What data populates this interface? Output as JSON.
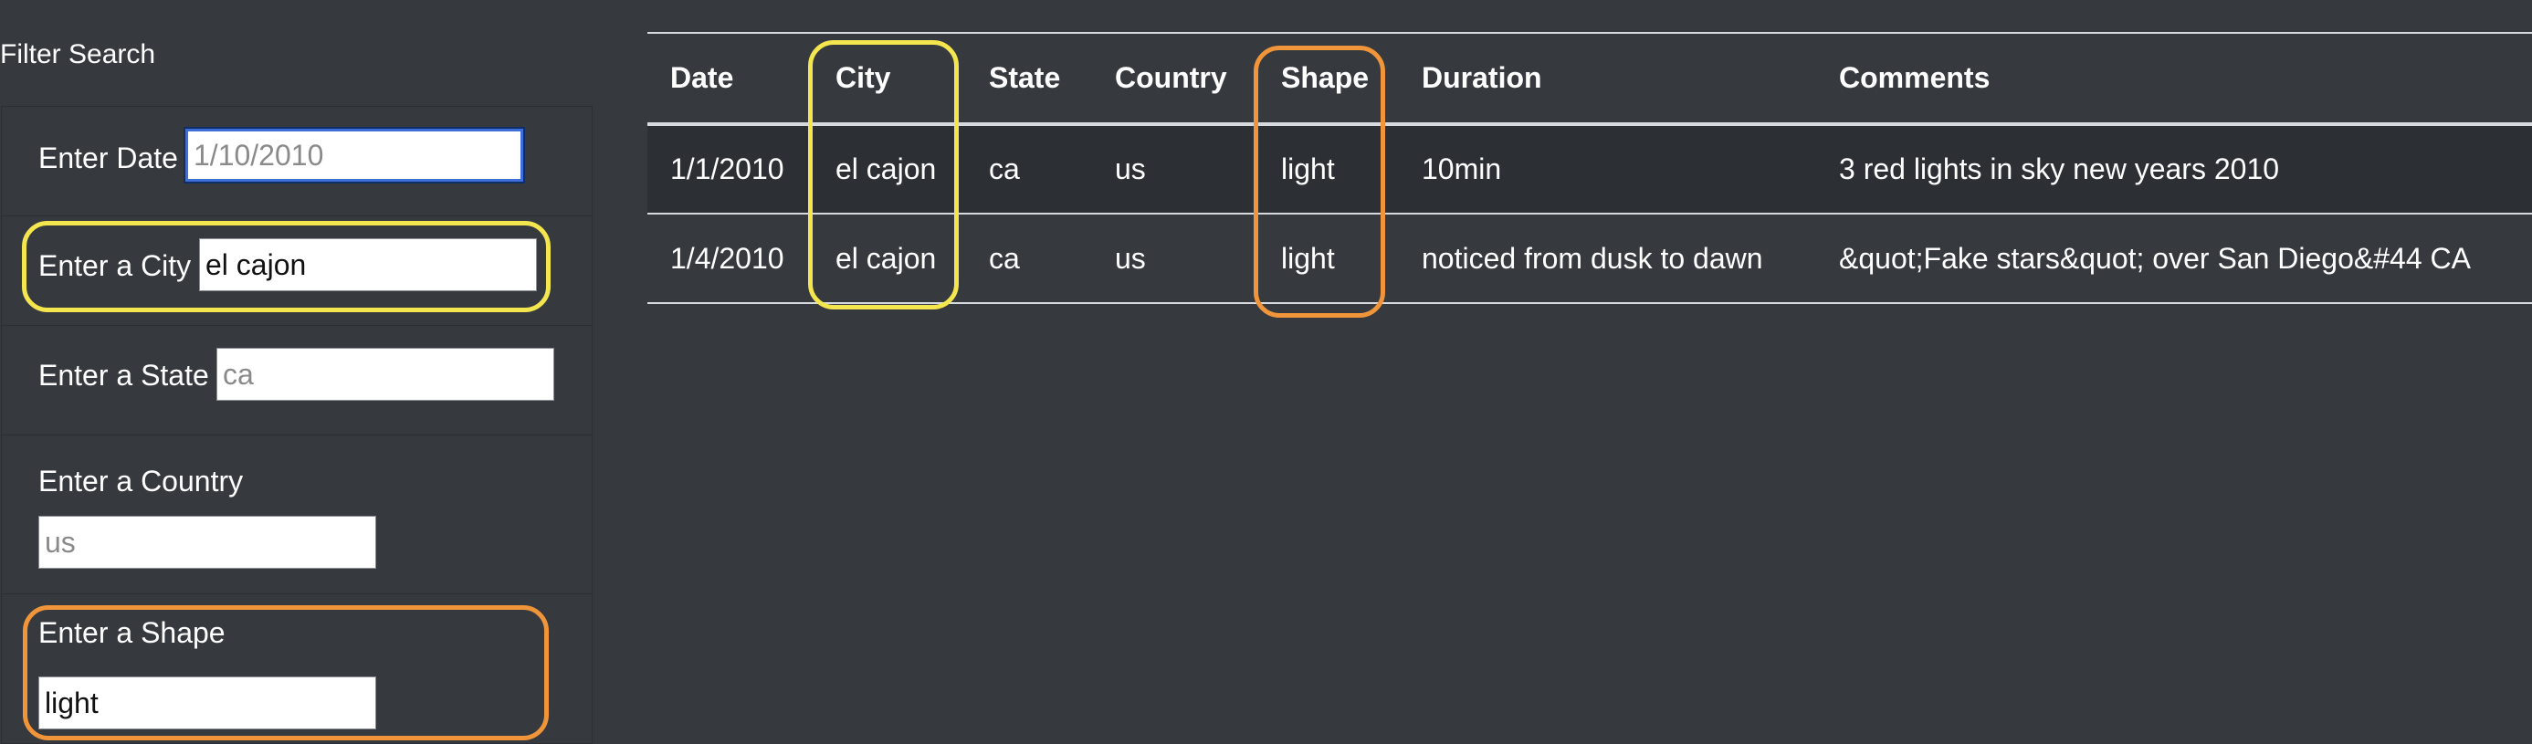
{
  "page": {
    "background": "#363a3f"
  },
  "filter": {
    "title": "Filter Search",
    "date": {
      "label": "Enter Date",
      "placeholder": "1/10/2010",
      "value": ""
    },
    "city": {
      "label": "Enter a City",
      "placeholder": "",
      "value": "el cajon"
    },
    "state": {
      "label": "Enter a State",
      "placeholder": "ca",
      "value": ""
    },
    "country": {
      "label": "Enter a Country",
      "placeholder": "us",
      "value": ""
    },
    "shape": {
      "label": "Enter a Shape",
      "placeholder": "",
      "value": "light"
    }
  },
  "highlights": {
    "city_color": "#f4e64f",
    "shape_color": "#f1953b",
    "focus_color": "#3e6fd8"
  },
  "table": {
    "headers": [
      "Date",
      "City",
      "State",
      "Country",
      "Shape",
      "Duration",
      "Comments"
    ],
    "rows": [
      [
        "1/1/2010",
        "el cajon",
        "ca",
        "us",
        "light",
        "10min",
        "3 red lights in sky new years 2010"
      ],
      [
        "1/4/2010",
        "el cajon",
        "ca",
        "us",
        "light",
        "noticed from dusk to dawn",
        "&quot;Fake stars&quot; over San Diego&#44 CA"
      ]
    ]
  }
}
